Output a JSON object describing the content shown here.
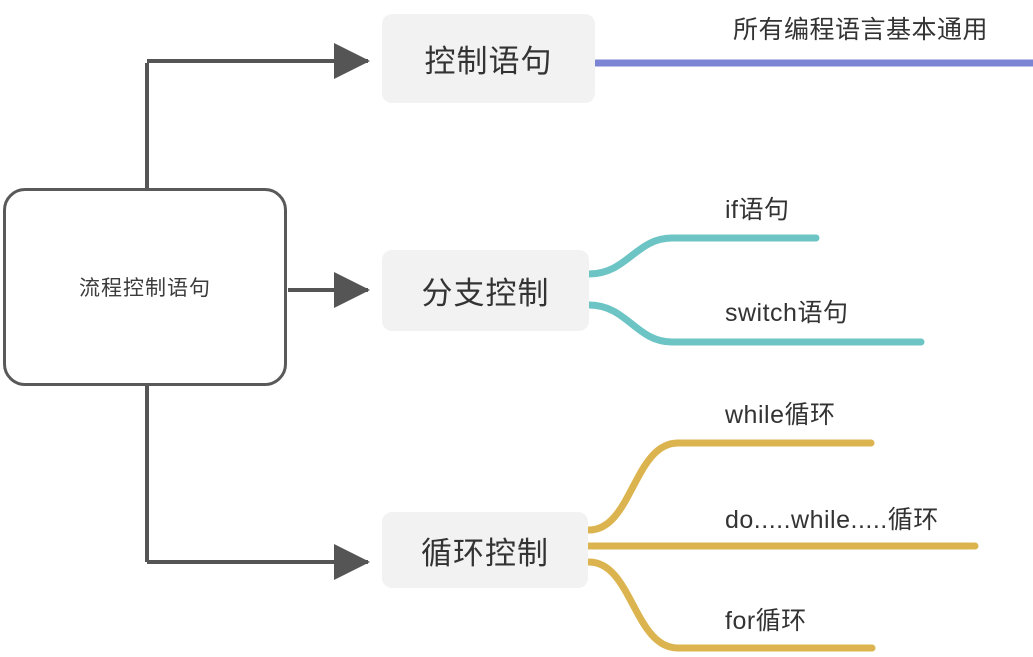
{
  "diagram": {
    "type": "mind-map",
    "title": "流程控制语句",
    "root": {
      "label": "流程控制语句"
    },
    "branches": [
      {
        "id": "control",
        "label": "控制语句",
        "accent": "#7b85d4",
        "leaves": [
          {
            "id": "common",
            "label": "所有编程语言基本通用"
          }
        ]
      },
      {
        "id": "conditional",
        "label": "分支控制",
        "accent": "#6cc4c4",
        "leaves": [
          {
            "id": "if",
            "label": "if语句"
          },
          {
            "id": "switch",
            "label": "switch语句"
          }
        ]
      },
      {
        "id": "loop",
        "label": "循环控制",
        "accent": "#dcb44f",
        "leaves": [
          {
            "id": "while",
            "label": "while循环"
          },
          {
            "id": "dowhile",
            "label": "do.....while.....循环"
          },
          {
            "id": "for",
            "label": "for循环"
          }
        ]
      }
    ],
    "colors": {
      "connector": "#555555",
      "root_border": "#595959",
      "node_fill": "#f2f2f2",
      "text": "#333333",
      "background": "#ffffff"
    }
  }
}
